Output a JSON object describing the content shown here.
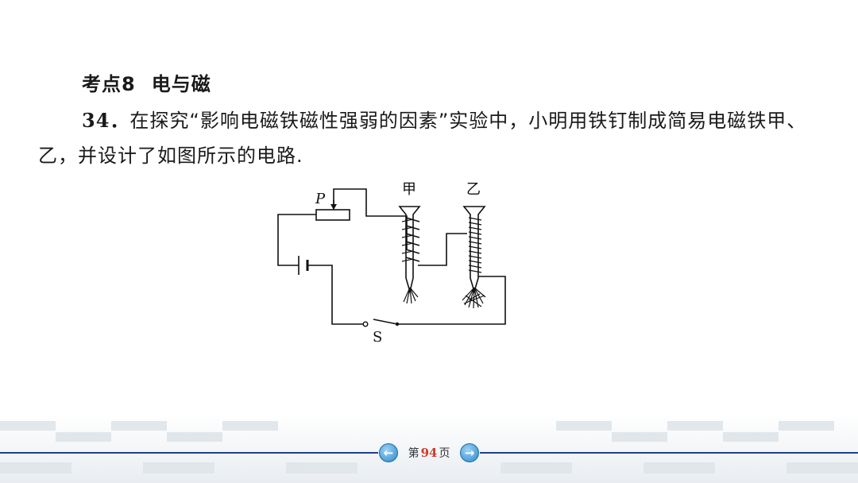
{
  "section": {
    "label": "考点8",
    "title": "电与磁"
  },
  "question": {
    "number": "34．",
    "text": "在探究“影响电磁铁磁性强弱的因素”实验中，小明用铁钉制成简易电磁铁甲、乙，并设计了如图所示的电路."
  },
  "figure": {
    "label_p": "P",
    "label_jia": "甲",
    "label_yi": "乙",
    "label_s": "S"
  },
  "pager": {
    "prefix": "第",
    "page": "94",
    "suffix": "页",
    "prev_icon": "arrow-left-icon",
    "next_icon": "arrow-right-icon"
  },
  "colors": {
    "accent": "#2b87c9",
    "page_number": "#d03a2a",
    "footer_line": "#1f3f8f"
  }
}
